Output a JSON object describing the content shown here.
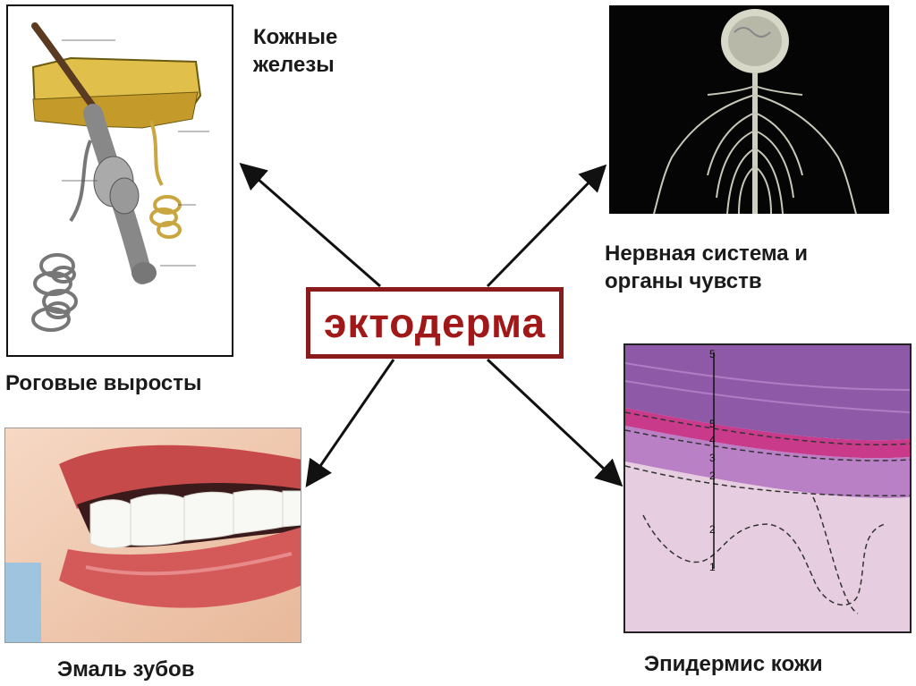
{
  "center": {
    "label": "эктодерма"
  },
  "labels": {
    "skin_glands_line1": "Кожные",
    "skin_glands_line2": "железы",
    "horny_outgrowths": "Роговые выросты",
    "nervous_system_line1": "Нервная система и",
    "nervous_system_line2": "органы чувств",
    "tooth_enamel": "Эмаль зубов",
    "epidermis": "Эпидермис кожи"
  },
  "epidermis_layer_numbers": [
    "5",
    "5",
    "4",
    "3",
    "2",
    "2",
    "1"
  ],
  "colors": {
    "center_border": "#8b1a1a",
    "center_text": "#a11818",
    "arrow": "#111111"
  }
}
